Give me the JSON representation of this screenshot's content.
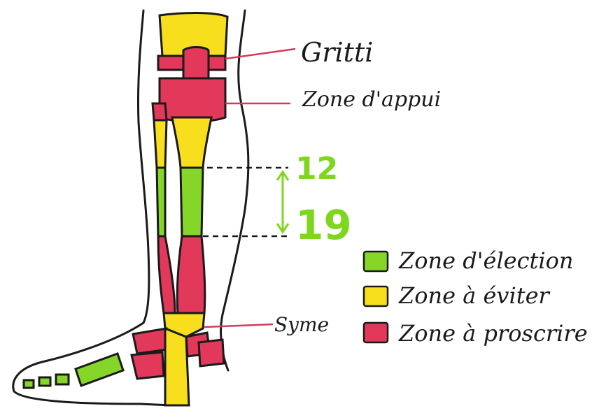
{
  "labels": {
    "gritti": "Gritti",
    "zone_appui": "Zone d'appui",
    "syme": "Syme"
  },
  "measurements": {
    "upper": "12",
    "lower": "19"
  },
  "legend": [
    {
      "label": "Zone d'élection",
      "color": "#86d62a"
    },
    {
      "label": "Zone à éviter",
      "color": "#f7df1e"
    },
    {
      "label": "Zone à proscrire",
      "color": "#e2385a"
    }
  ],
  "colors": {
    "election": "#86d62a",
    "eviter": "#f7df1e",
    "proscrire": "#e2385a",
    "leader_line": "#d23a5c",
    "measure_green": "#7fd61e"
  }
}
